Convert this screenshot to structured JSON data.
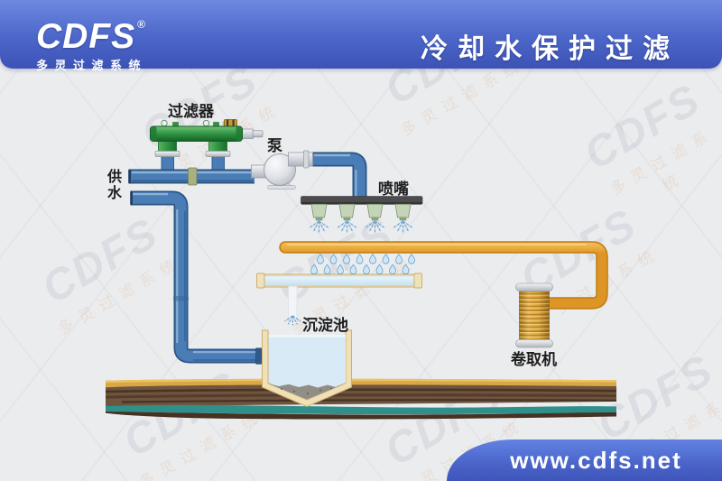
{
  "header": {
    "brand": "CDFS",
    "registered_mark": "®",
    "slogan": "多灵过滤系统",
    "title": "冷却水保护过滤"
  },
  "footer": {
    "website": "www.cdfs.net"
  },
  "watermark": {
    "brand": "CDFS",
    "slogan": "多灵过滤系统"
  },
  "diagram": {
    "labels": {
      "filter": "过滤器",
      "pump": "泵",
      "water_supply": "供水",
      "nozzles": "喷嘴",
      "settling_tank": "沉淀池",
      "coiler": "卷取机"
    },
    "palette": {
      "header_blue_top": "#6d89e0",
      "header_blue_bottom": "#3c53b5",
      "pipe_blue": "#4a7cb5",
      "filter_green": "#2f9442",
      "strip_orange": "#efa93a",
      "strip_border": "#c47d12",
      "coil_gold": "#d9a33c",
      "water_blue": "#d8eaf5",
      "sediment_gray": "#908e88",
      "ground_gold": "#d9a843",
      "ground_brown": "#6f5440",
      "ground_teal": "#2f8f8a",
      "background": "#ebecee"
    }
  }
}
